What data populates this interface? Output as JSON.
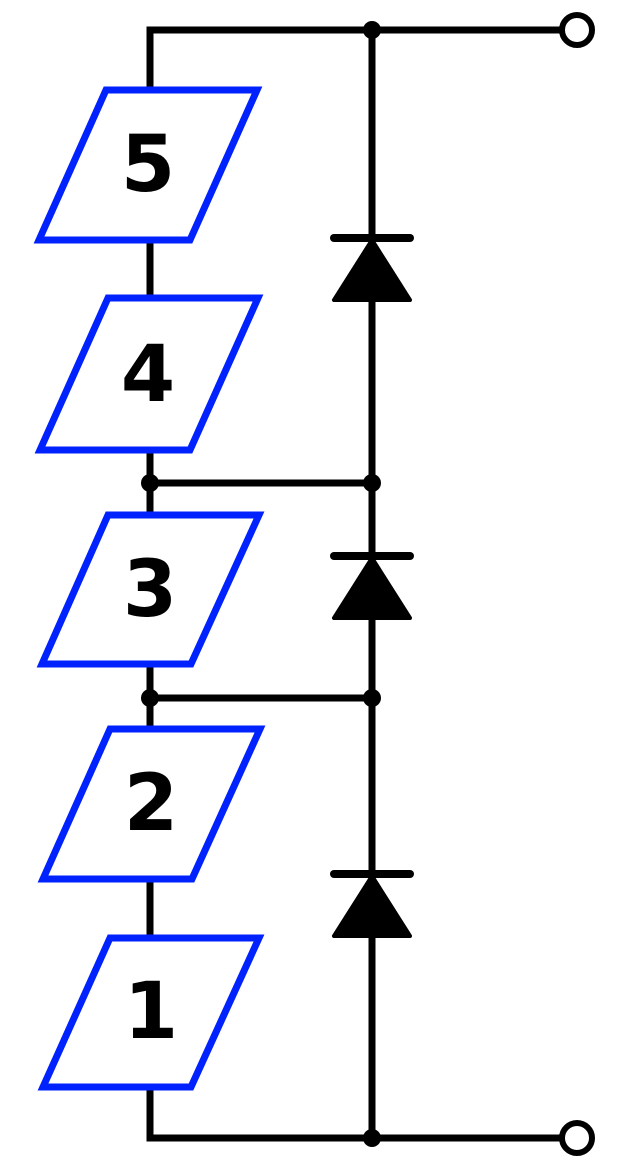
{
  "colors": {
    "cell_outline": "#0022ff",
    "wire": "#000000",
    "background": "#ffffff"
  },
  "cells": [
    {
      "label": "5"
    },
    {
      "label": "4"
    },
    {
      "label": "3"
    },
    {
      "label": "2"
    },
    {
      "label": "1"
    }
  ],
  "diodes": [
    {
      "id": "bypass-diode-top",
      "spans_cells": [
        "5",
        "4"
      ]
    },
    {
      "id": "bypass-diode-middle",
      "spans_cells": [
        "3"
      ]
    },
    {
      "id": "bypass-diode-bottom",
      "spans_cells": [
        "2",
        "1"
      ]
    }
  ],
  "terminals": [
    {
      "id": "positive-terminal"
    },
    {
      "id": "negative-terminal"
    }
  ]
}
